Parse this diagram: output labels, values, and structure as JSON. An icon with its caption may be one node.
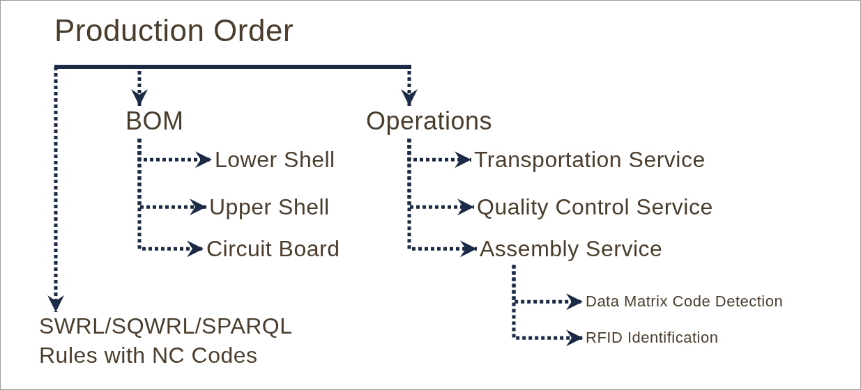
{
  "diagram": {
    "nodes": [
      {
        "text": [
          "Production Order"
        ]
      },
      {
        "text": [
          "BOM"
        ]
      },
      {
        "text": [
          "Operations"
        ]
      },
      {
        "text": [
          "Lower Shell"
        ]
      },
      {
        "text": [
          "Upper Shell"
        ]
      },
      {
        "text": [
          "Circuit Board"
        ]
      },
      {
        "text": [
          "Transportation Service"
        ]
      },
      {
        "text": [
          "Quality Control Service"
        ]
      },
      {
        "text": [
          "Assembly Service"
        ]
      },
      {
        "text": [
          "Data Matrix Code Detection"
        ]
      },
      {
        "text": [
          "RFID Identification"
        ]
      },
      {
        "text": [
          "SWRL/SQWRL/SPARQL Rules with NC Codes"
        ]
      }
    ],
    "edges": [
      {
        "from": 0,
        "to": 1,
        "arrow": "to",
        "style": "dashed"
      },
      {
        "from": 0,
        "to": 2,
        "arrow": "to",
        "style": "dashed"
      },
      {
        "from": 0,
        "to": 11,
        "arrow": "to",
        "style": "dashed"
      },
      {
        "from": 1,
        "to": 3,
        "arrow": "to",
        "style": "dashed"
      },
      {
        "from": 1,
        "to": 4,
        "arrow": "to",
        "style": "dashed"
      },
      {
        "from": 1,
        "to": 5,
        "arrow": "to",
        "style": "dashed"
      },
      {
        "from": 2,
        "to": 6,
        "arrow": "to",
        "style": "dashed"
      },
      {
        "from": 2,
        "to": 7,
        "arrow": "to",
        "style": "dashed"
      },
      {
        "from": 2,
        "to": 8,
        "arrow": "to",
        "style": "dashed"
      },
      {
        "from": 8,
        "to": 9,
        "arrow": "to",
        "style": "dashed"
      },
      {
        "from": 8,
        "to": 10,
        "arrow": "to",
        "style": "dashed"
      }
    ]
  }
}
